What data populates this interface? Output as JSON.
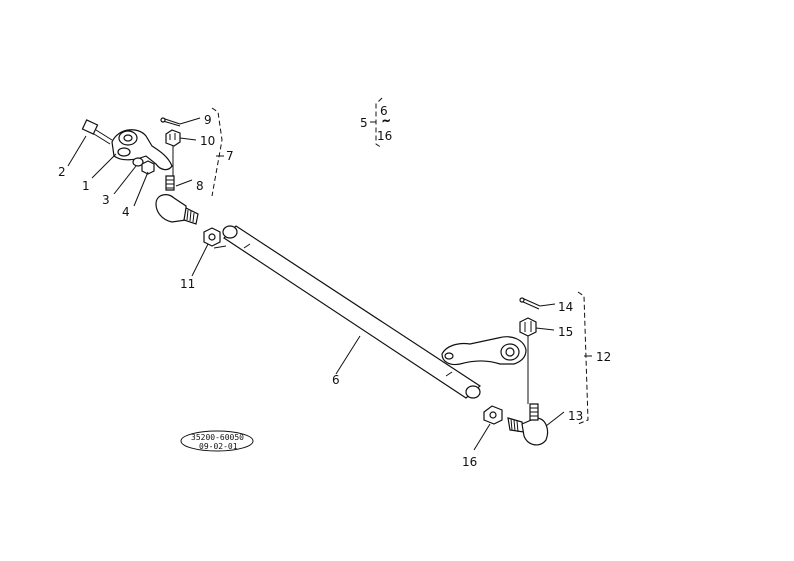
{
  "callouts": {
    "c1": "1",
    "c2": "2",
    "c3": "3",
    "c4": "4",
    "c5": "5",
    "c6": "6",
    "c7": "7",
    "c8": "8",
    "c9": "9",
    "c10": "10",
    "c11": "11",
    "c12": "12",
    "c13": "13",
    "c14": "14",
    "c15": "15",
    "c16": "16"
  },
  "group5": {
    "label": "5",
    "range_start": "6",
    "range_end": "16"
  },
  "stamp": {
    "line1": "35200-60050",
    "line2": "09-02-01"
  }
}
